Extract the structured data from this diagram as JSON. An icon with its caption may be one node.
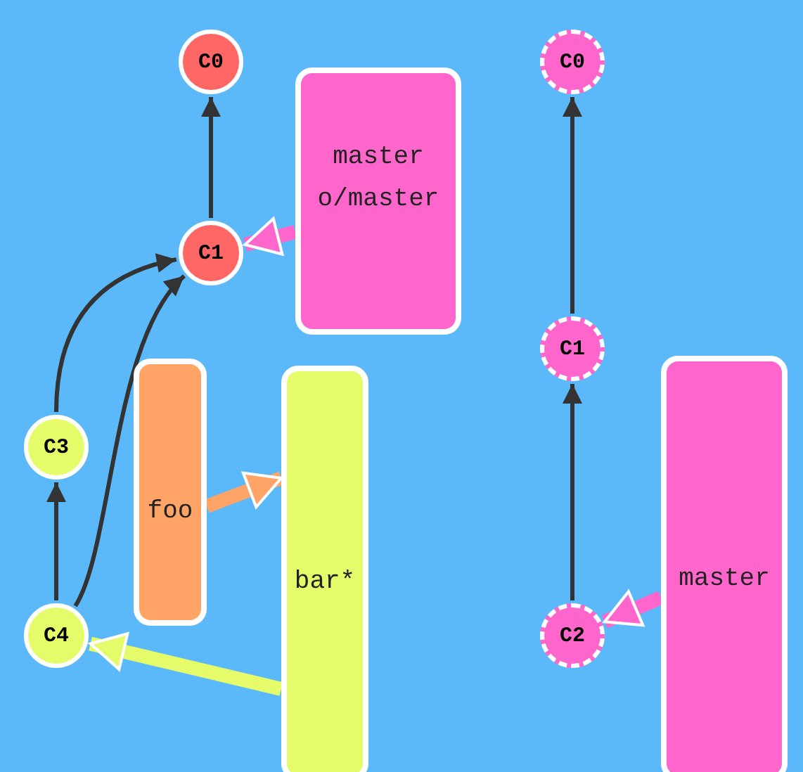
{
  "diagram": {
    "nodes": [
      {
        "text": [
          "C0"
        ]
      },
      {
        "text": [
          "C1"
        ]
      },
      {
        "text": [
          "C3"
        ]
      },
      {
        "text": [
          "C4"
        ]
      },
      {
        "text": [
          "master",
          "o/master"
        ]
      },
      {
        "text": [
          "foo"
        ]
      },
      {
        "text": [
          "bar*"
        ]
      },
      {
        "text": [
          "C0"
        ]
      },
      {
        "text": [
          "C1"
        ]
      },
      {
        "text": [
          "C2"
        ]
      },
      {
        "text": [
          "master"
        ]
      }
    ],
    "edges": [
      {
        "from": 1,
        "to": 0,
        "arrow": "to"
      },
      {
        "from": 2,
        "to": 1,
        "arrow": "to"
      },
      {
        "from": 3,
        "to": 2,
        "arrow": "to"
      },
      {
        "from": 3,
        "to": 1,
        "arrow": "to"
      },
      {
        "from": 4,
        "to": 1,
        "arrow": "to",
        "style": "thick",
        "color": "#ff66cc"
      },
      {
        "from": 5,
        "to": 6,
        "arrow": "to",
        "style": "thick",
        "color": "#ffa466"
      },
      {
        "from": 6,
        "to": 3,
        "arrow": "to",
        "style": "thick",
        "color": "#e5fb6a"
      },
      {
        "from": 8,
        "to": 7,
        "arrow": "to"
      },
      {
        "from": 9,
        "to": 8,
        "arrow": "to"
      },
      {
        "from": 10,
        "to": 9,
        "arrow": "to",
        "style": "thick",
        "color": "#ff66cc"
      }
    ]
  }
}
